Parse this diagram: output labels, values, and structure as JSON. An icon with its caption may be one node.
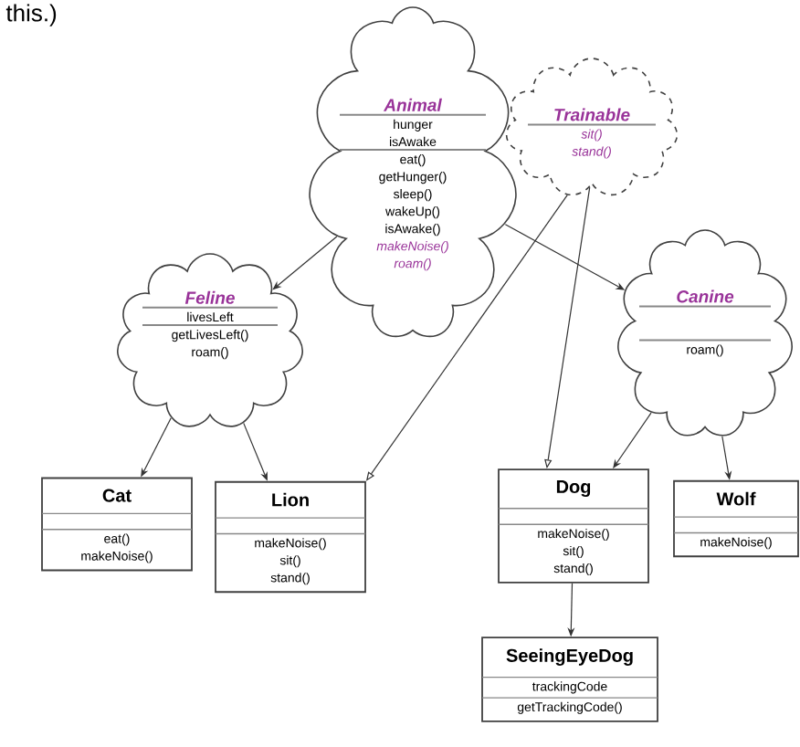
{
  "diagram": {
    "nodes": [
      {
        "text": [
          "Animal",
          "hunger isAwake",
          "eat() getHunger() sleep() wakeUp() isAwake()",
          "makeNoise() roam()"
        ]
      },
      {
        "text": [
          "Trainable",
          "sit() stand()"
        ]
      },
      {
        "text": [
          "Feline",
          "livesLeft",
          "getLivesLeft() roam()"
        ]
      },
      {
        "text": [
          "Canine",
          "roam()"
        ]
      },
      {
        "text": [
          "Cat",
          "eat() makeNoise()"
        ]
      },
      {
        "text": [
          "Lion",
          "makeNoise() sit() stand()"
        ]
      },
      {
        "text": [
          "Dog",
          "makeNoise() sit() stand()"
        ]
      },
      {
        "text": [
          "Wolf",
          "makeNoise()"
        ]
      },
      {
        "text": [
          "SeeingEyeDog",
          "trackingCode",
          "getTrackingCode()"
        ]
      }
    ],
    "edges": [
      {
        "from": 0,
        "to": 2,
        "arrow": "to"
      },
      {
        "from": 0,
        "to": 3,
        "arrow": "to"
      },
      {
        "from": 2,
        "to": 4,
        "arrow": "to"
      },
      {
        "from": 2,
        "to": 5,
        "arrow": "to"
      },
      {
        "from": 3,
        "to": 6,
        "arrow": "to"
      },
      {
        "from": 3,
        "to": 7,
        "arrow": "to"
      },
      {
        "from": 6,
        "to": 8,
        "arrow": "to"
      },
      {
        "from": 1,
        "to": 5,
        "arrow": "to"
      },
      {
        "from": 1,
        "to": 6,
        "arrow": "to"
      }
    ],
    "labels": [
      "this.)"
    ]
  }
}
